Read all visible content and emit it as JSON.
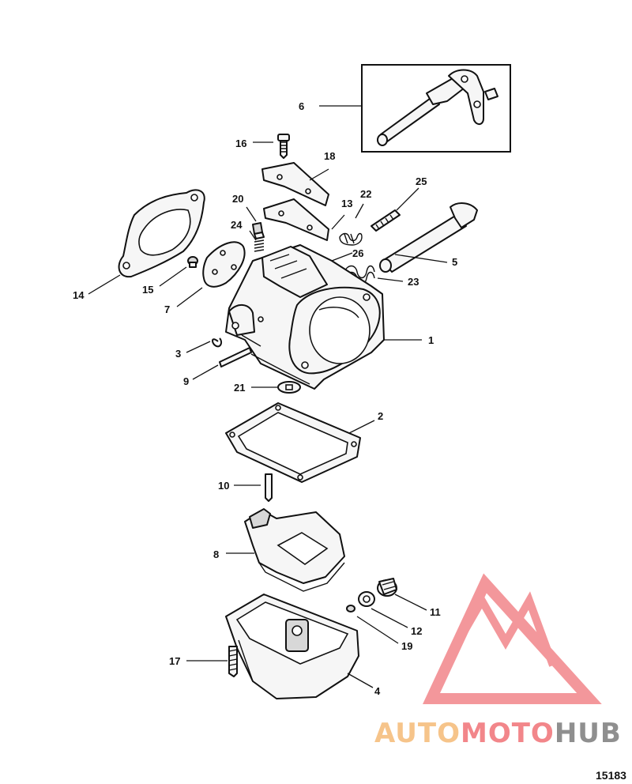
{
  "diagram": {
    "callouts": {
      "c1": "1",
      "c2": "2",
      "c3": "3",
      "c4": "4",
      "c5": "5",
      "c6": "6",
      "c7": "7",
      "c8": "8",
      "c9": "9",
      "c10": "10",
      "c11": "11",
      "c12": "12",
      "c13": "13",
      "c14": "14",
      "c15": "15",
      "c16": "16",
      "c17": "17",
      "c18": "18",
      "c19": "19",
      "c20": "20",
      "c21": "21",
      "c22": "22",
      "c23": "23",
      "c24": "24",
      "c25": "25",
      "c26": "26"
    },
    "figure_number": "15183"
  },
  "watermark": {
    "part1": "AUTO",
    "part2": "MOTO",
    "part3": "HUB",
    "color_light": "#f6c48a",
    "color_red": "#f2868a",
    "color_dark": "#8f8f8f"
  }
}
